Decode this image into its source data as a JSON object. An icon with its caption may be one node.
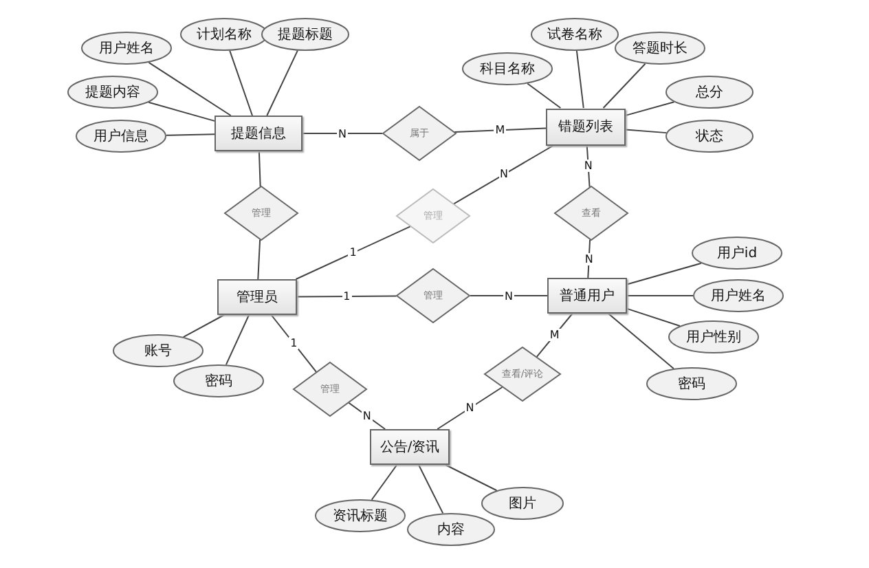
{
  "diagram": {
    "nodes": [
      {
        "text": [
          "提题信息"
        ]
      },
      {
        "text": [
          "用户姓名"
        ]
      },
      {
        "text": [
          "计划名称"
        ]
      },
      {
        "text": [
          "提题标题"
        ]
      },
      {
        "text": [
          "提题内容"
        ]
      },
      {
        "text": [
          "用户信息"
        ]
      },
      {
        "text": [
          "属于"
        ]
      },
      {
        "text": [
          "错题列表"
        ]
      },
      {
        "text": [
          "科目名称"
        ]
      },
      {
        "text": [
          "试卷名称"
        ]
      },
      {
        "text": [
          "答题时长"
        ]
      },
      {
        "text": [
          "总分"
        ]
      },
      {
        "text": [
          "状态"
        ]
      },
      {
        "text": [
          "管理"
        ]
      },
      {
        "text": [
          "管理"
        ]
      },
      {
        "text": [
          "查看"
        ]
      },
      {
        "text": [
          "管理员"
        ]
      },
      {
        "text": [
          "账号"
        ]
      },
      {
        "text": [
          "密码"
        ]
      },
      {
        "text": [
          "管理"
        ]
      },
      {
        "text": [
          "普通用户"
        ]
      },
      {
        "text": [
          "用户id"
        ]
      },
      {
        "text": [
          "用户姓名"
        ]
      },
      {
        "text": [
          "用户性别"
        ]
      },
      {
        "text": [
          "密码"
        ]
      },
      {
        "text": [
          "管理"
        ]
      },
      {
        "text": [
          "查看/评论"
        ]
      },
      {
        "text": [
          "公告/资讯"
        ]
      },
      {
        "text": [
          "资讯标题"
        ]
      },
      {
        "text": [
          "内容"
        ]
      },
      {
        "text": [
          "图片"
        ]
      }
    ],
    "edges": [
      {
        "from": 0,
        "to": 1,
        "arrow": "none"
      },
      {
        "from": 0,
        "to": 2,
        "arrow": "none"
      },
      {
        "from": 0,
        "to": 3,
        "arrow": "none"
      },
      {
        "from": 0,
        "to": 4,
        "arrow": "none"
      },
      {
        "from": 0,
        "to": 5,
        "arrow": "none"
      },
      {
        "from": 0,
        "to": 6,
        "arrow": "none",
        "label": "N"
      },
      {
        "from": 6,
        "to": 7,
        "arrow": "none",
        "label": "M"
      },
      {
        "from": 7,
        "to": 8,
        "arrow": "none"
      },
      {
        "from": 7,
        "to": 9,
        "arrow": "none"
      },
      {
        "from": 7,
        "to": 10,
        "arrow": "none"
      },
      {
        "from": 7,
        "to": 11,
        "arrow": "none"
      },
      {
        "from": 7,
        "to": 12,
        "arrow": "none"
      },
      {
        "from": 0,
        "to": 13,
        "arrow": "none"
      },
      {
        "from": 13,
        "to": 16,
        "arrow": "none"
      },
      {
        "from": 16,
        "to": 14,
        "arrow": "none",
        "label": "1"
      },
      {
        "from": 14,
        "to": 7,
        "arrow": "none",
        "label": "N"
      },
      {
        "from": 7,
        "to": 15,
        "arrow": "none",
        "label": "N"
      },
      {
        "from": 15,
        "to": 20,
        "arrow": "none",
        "label": "N"
      },
      {
        "from": 16,
        "to": 17,
        "arrow": "none"
      },
      {
        "from": 16,
        "to": 18,
        "arrow": "none"
      },
      {
        "from": 16,
        "to": 19,
        "arrow": "none",
        "label": "1"
      },
      {
        "from": 19,
        "to": 20,
        "arrow": "none",
        "label": "N"
      },
      {
        "from": 20,
        "to": 21,
        "arrow": "none"
      },
      {
        "from": 20,
        "to": 22,
        "arrow": "none"
      },
      {
        "from": 20,
        "to": 23,
        "arrow": "none"
      },
      {
        "from": 20,
        "to": 24,
        "arrow": "none"
      },
      {
        "from": 16,
        "to": 25,
        "arrow": "none",
        "label": "1"
      },
      {
        "from": 25,
        "to": 27,
        "arrow": "none",
        "label": "N"
      },
      {
        "from": 27,
        "to": 26,
        "arrow": "none",
        "label": "N"
      },
      {
        "from": 26,
        "to": 20,
        "arrow": "none",
        "label": "M"
      },
      {
        "from": 27,
        "to": 28,
        "arrow": "none"
      },
      {
        "from": 27,
        "to": 29,
        "arrow": "none"
      },
      {
        "from": 27,
        "to": 30,
        "arrow": "none"
      }
    ]
  }
}
